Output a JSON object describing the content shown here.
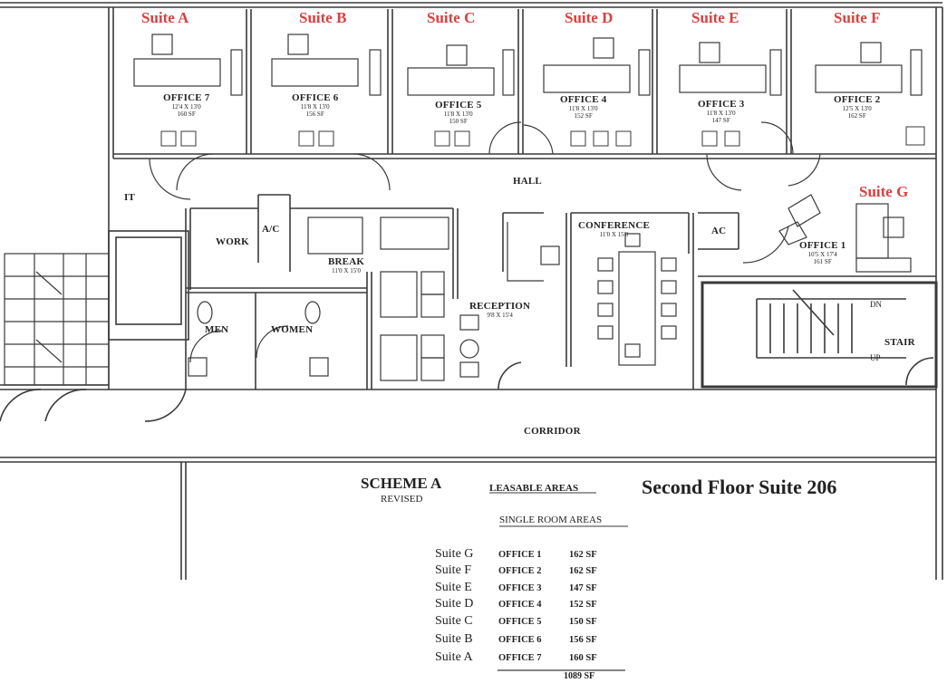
{
  "colors": {
    "line": "#3a3a3a",
    "suite_label": "#d94040",
    "background": "#ffffff"
  },
  "suites": {
    "a": "Suite A",
    "b": "Suite B",
    "c": "Suite C",
    "d": "Suite D",
    "e": "Suite E",
    "f": "Suite F",
    "g": "Suite G"
  },
  "offices": [
    {
      "name": "OFFICE 7",
      "dims": "12'4 X 13'0",
      "area": "160 SF"
    },
    {
      "name": "OFFICE 6",
      "dims": "11'8 X 13'0",
      "area": "156 SF"
    },
    {
      "name": "OFFICE 5",
      "dims": "11'8 X 13'0",
      "area": "150 SF"
    },
    {
      "name": "OFFICE 4",
      "dims": "11'8 X 13'0",
      "area": "152 SF"
    },
    {
      "name": "OFFICE 3",
      "dims": "11'8 X 13'0",
      "area": "147 SF"
    },
    {
      "name": "OFFICE 2",
      "dims": "12'5 X 13'0",
      "area": "162 SF"
    },
    {
      "name": "OFFICE 1",
      "dims": "10'5 X 17'4",
      "area": "161 SF"
    }
  ],
  "rooms": {
    "hall": "HALL",
    "it": "IT",
    "work": "WORK",
    "ac_left": "A/C",
    "break": "BREAK",
    "break_dims": "11'0 X 15'0",
    "conference": "CONFERENCE",
    "conference_dims": "11'0 X 15'0",
    "ac_right": "AC",
    "reception": "RECEPTION",
    "reception_dims": "9'8 X 15'4",
    "men": "MEN",
    "women": "WOMEN",
    "stair": "STAIR",
    "dn": "DN",
    "up": "UP",
    "corridor": "CORRIDOR"
  },
  "scheme": {
    "title": "SCHEME A",
    "subtitle": "REVISED",
    "leasable": "LEASABLE AREAS",
    "floor_title": "Second Floor Suite 206",
    "single_room": "SINGLE ROOM AREAS"
  },
  "area_table": [
    {
      "suite": "Suite G",
      "office": "OFFICE 1",
      "area": "162 SF"
    },
    {
      "suite": "Suite F",
      "office": "OFFICE 2",
      "area": "162 SF"
    },
    {
      "suite": "Suite E",
      "office": "OFFICE 3",
      "area": "147 SF"
    },
    {
      "suite": "Suite D",
      "office": "OFFICE 4",
      "area": "152 SF"
    },
    {
      "suite": "Suite C",
      "office": "OFFICE 5",
      "area": "150 SF"
    },
    {
      "suite": "Suite B",
      "office": "OFFICE 6",
      "area": "156 SF"
    },
    {
      "suite": "Suite A",
      "office": "OFFICE 7",
      "area": "160 SF"
    }
  ],
  "total": "1089 SF"
}
